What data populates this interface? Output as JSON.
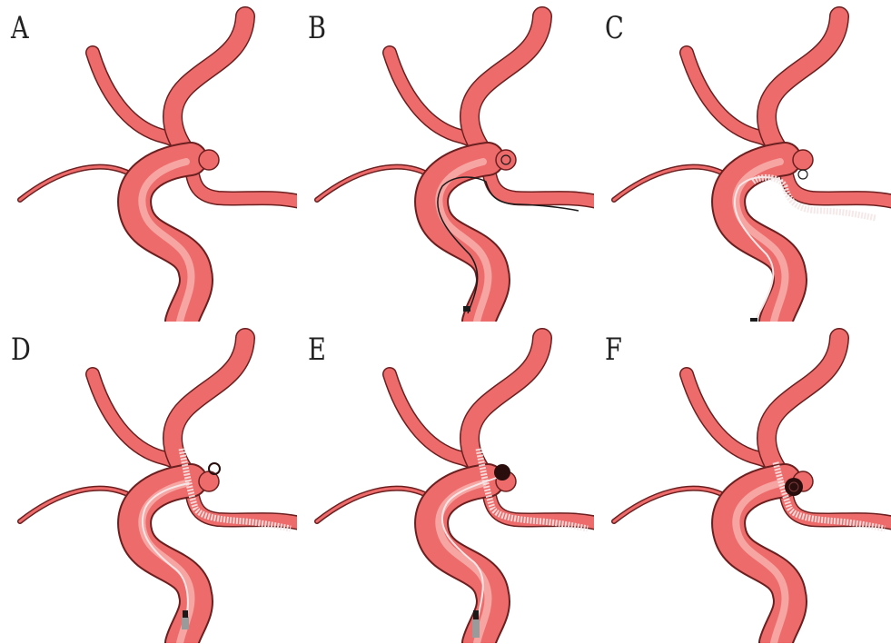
{
  "figure": {
    "panels": [
      {
        "label": "A",
        "stage": "aneurysm",
        "microwire": false,
        "stent": false,
        "coil": "none",
        "catheter_tip": "none"
      },
      {
        "label": "B",
        "stage": "microwire",
        "microwire": true,
        "stent": false,
        "coil": "none",
        "catheter_tip": "dark"
      },
      {
        "label": "C",
        "stage": "stent-catheter",
        "microwire": true,
        "stent": true,
        "coil": "none",
        "catheter_tip": "dark"
      },
      {
        "label": "D",
        "stage": "coil-catheter",
        "microwire": true,
        "stent": true,
        "coil": "partial",
        "catheter_tip": "gray"
      },
      {
        "label": "E",
        "stage": "coiling",
        "microwire": true,
        "stent": true,
        "coil": "dense",
        "catheter_tip": "gray"
      },
      {
        "label": "F",
        "stage": "final",
        "microwire": false,
        "stent": true,
        "coil": "complete",
        "catheter_tip": "none"
      }
    ]
  },
  "colors": {
    "vessel_fill": "#ee6b6b",
    "vessel_outline": "#6b1f1f",
    "vessel_highlight": "#f8b4b0",
    "wire": "#1a1a1a",
    "stent": "#f4e6e6",
    "coil": "#2a0d0d",
    "catheter_gray": "#9a9a9a"
  }
}
